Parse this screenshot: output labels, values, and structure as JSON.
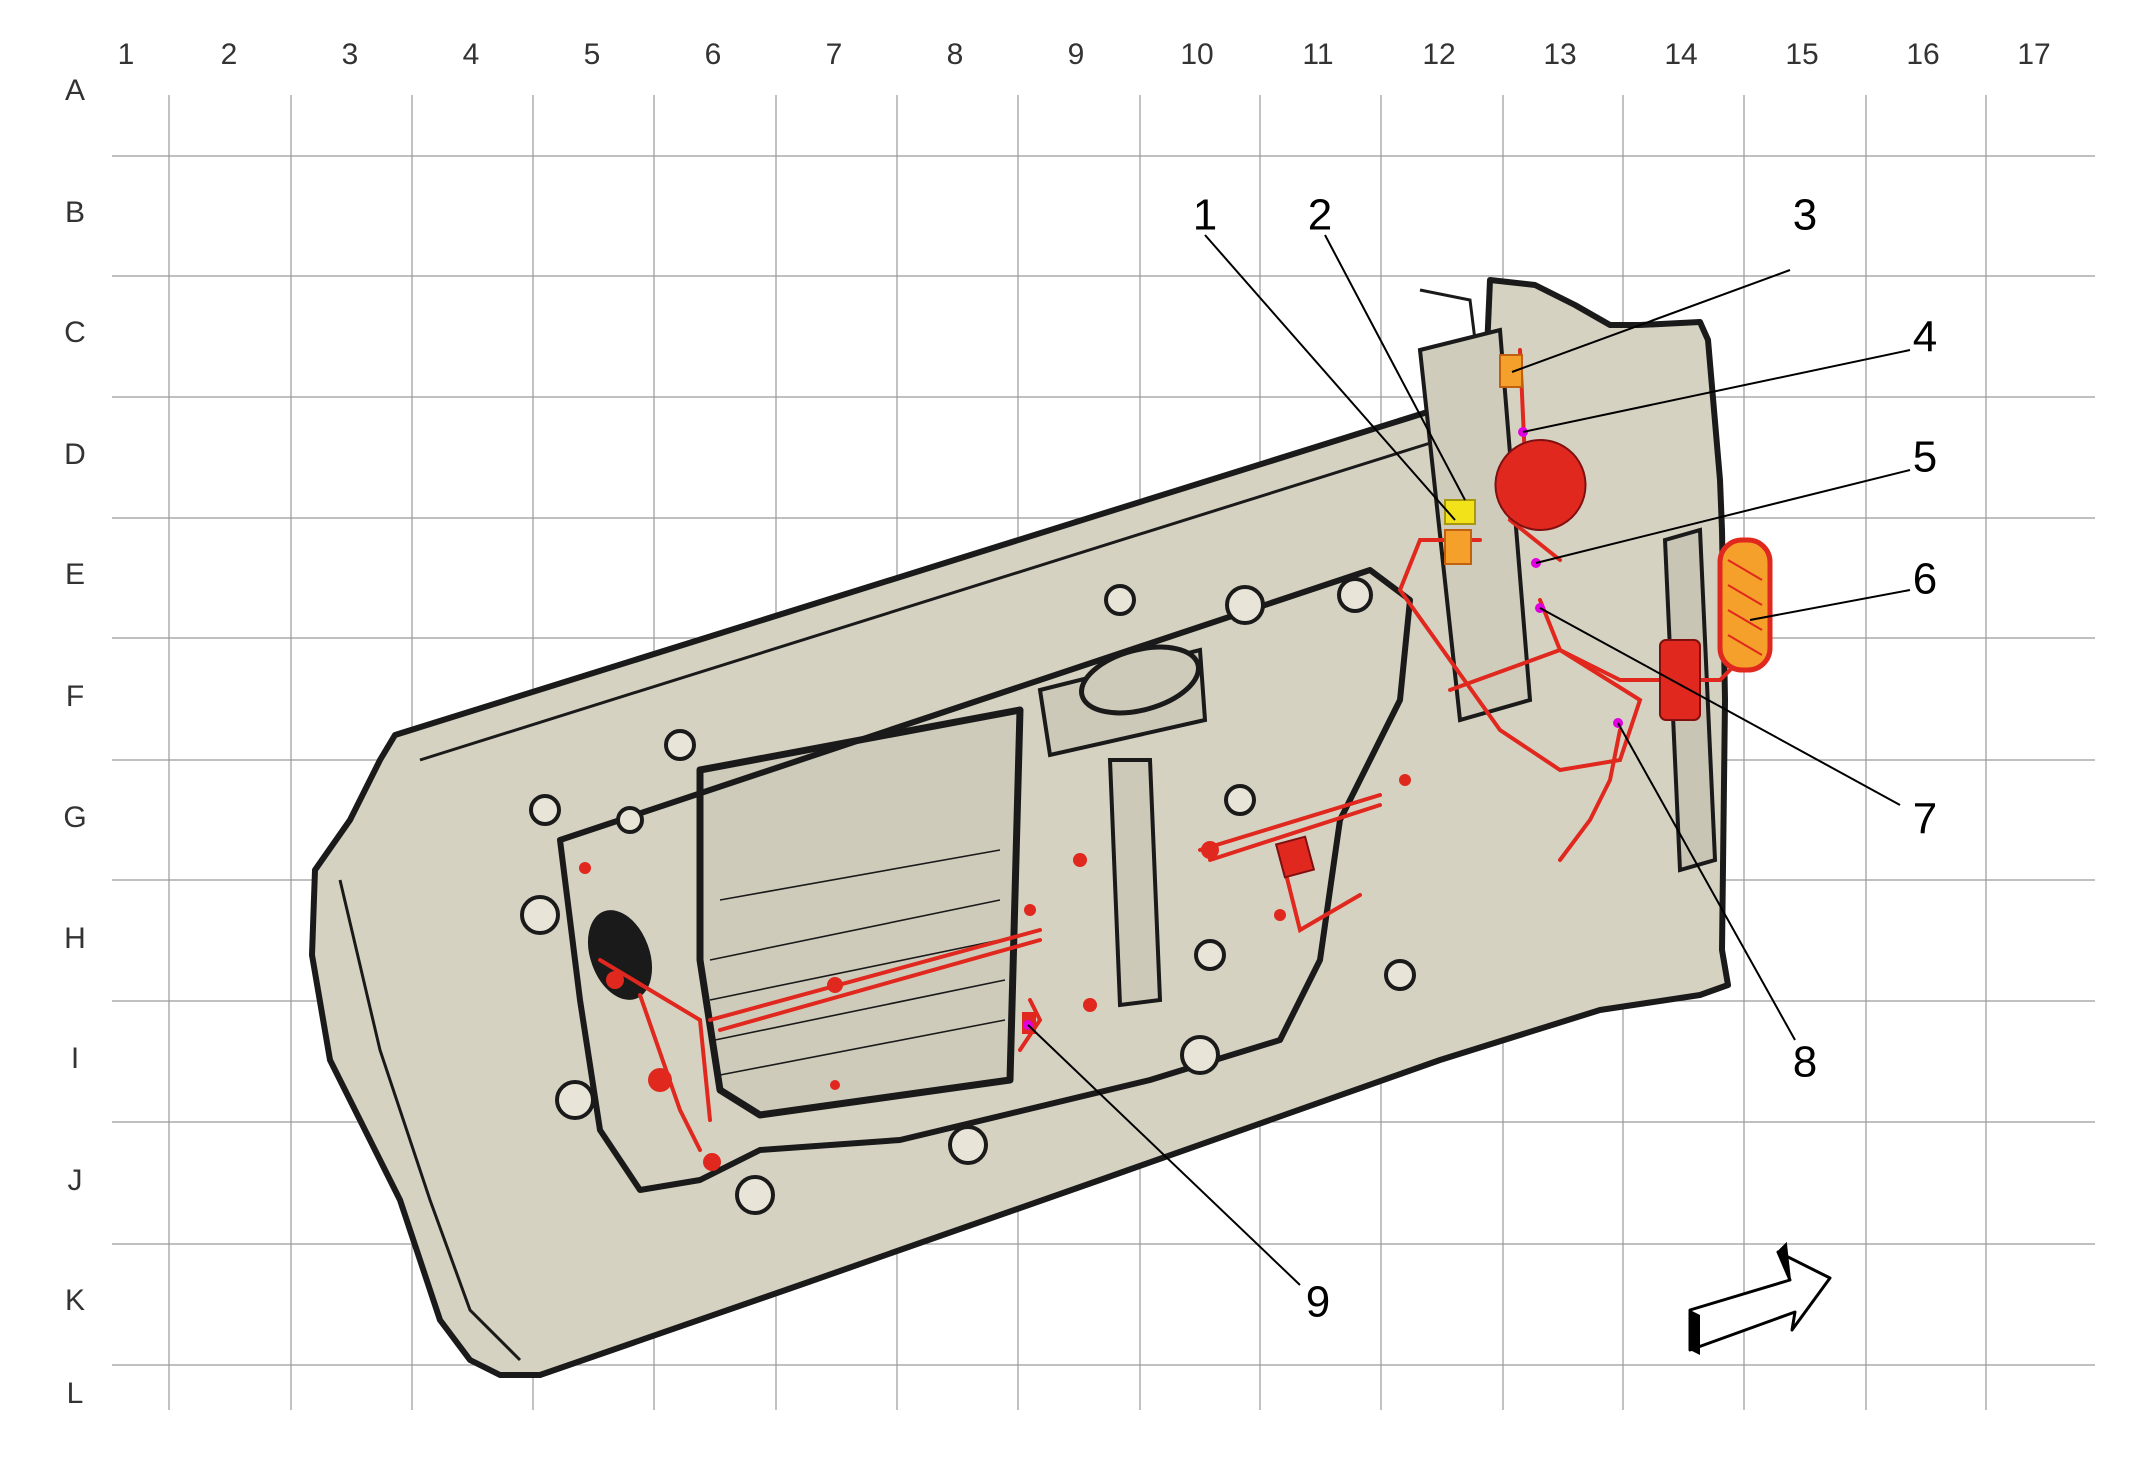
{
  "grid": {
    "columns": [
      "1",
      "2",
      "3",
      "4",
      "5",
      "6",
      "7",
      "8",
      "9",
      "10",
      "11",
      "12",
      "13",
      "14",
      "15",
      "16",
      "17"
    ],
    "rows": [
      "A",
      "B",
      "C",
      "D",
      "E",
      "F",
      "G",
      "H",
      "I",
      "J",
      "K",
      "L"
    ]
  },
  "callouts": [
    {
      "label": "1"
    },
    {
      "label": "2"
    },
    {
      "label": "3"
    },
    {
      "label": "4"
    },
    {
      "label": "5"
    },
    {
      "label": "6"
    },
    {
      "label": "7"
    },
    {
      "label": "8"
    },
    {
      "label": "9"
    }
  ],
  "colors": {
    "panel_fill": "#d6d2c2",
    "panel_stroke": "#1a1a1a",
    "harness": "#e0281e",
    "connector_orange": "#f5a02a",
    "connector_yellow": "#f2e21a",
    "marker": "#e000e0",
    "grid": "#9a9a9a"
  },
  "icons": {
    "direction": "arrow-icon"
  }
}
